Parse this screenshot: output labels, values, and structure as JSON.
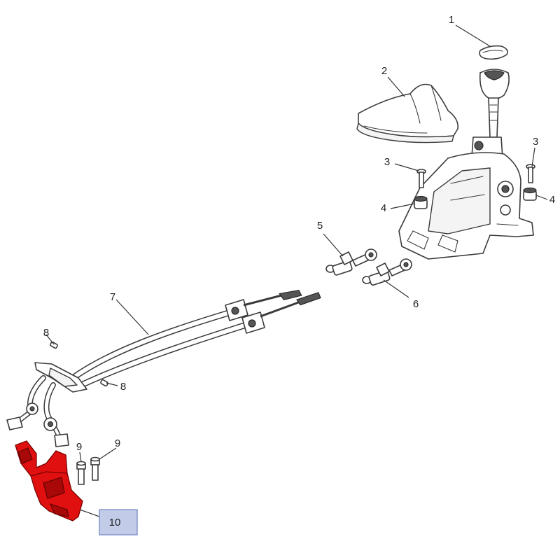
{
  "callouts": {
    "c1": "1",
    "c2": "2",
    "c3a": "3",
    "c3b": "3",
    "c4a": "4",
    "c4b": "4",
    "c5": "5",
    "c6": "6",
    "c7": "7",
    "c8a": "8",
    "c8b": "8",
    "c9a": "9",
    "c9b": "9",
    "c10": "10"
  },
  "colors": {
    "highlight": "#e01010",
    "label_box": "#c2cce8"
  }
}
